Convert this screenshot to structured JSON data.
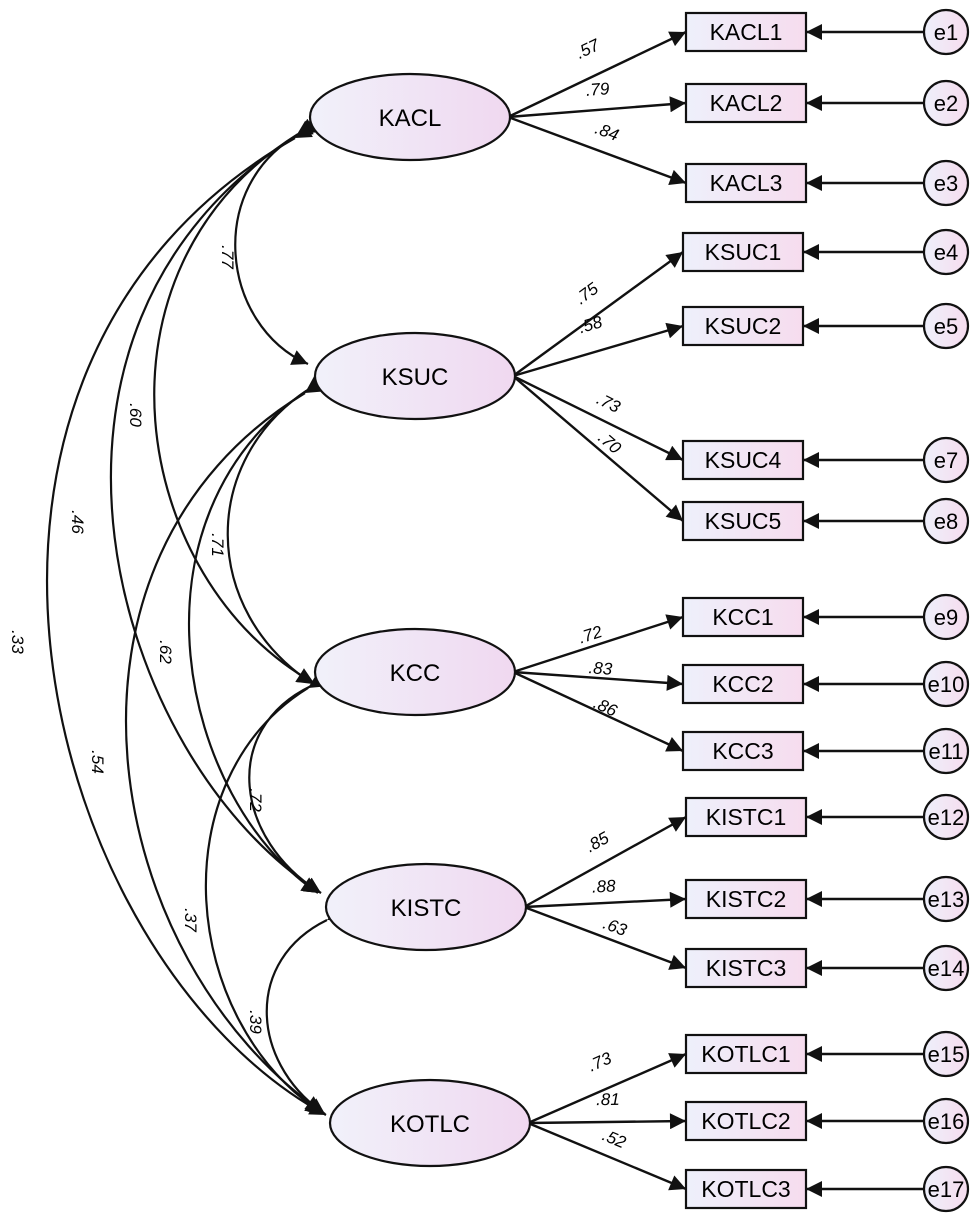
{
  "colors": {
    "latent_fill_left": "#f1f1fa",
    "latent_fill_right": "#f0d8f0",
    "indicator_fill_left": "#eef0fb",
    "indicator_fill_right": "#f6dcee",
    "stroke": "#111111"
  },
  "latents": [
    {
      "id": "KACL",
      "label": "KACL"
    },
    {
      "id": "KSUC",
      "label": "KSUC"
    },
    {
      "id": "KCC",
      "label": "KCC"
    },
    {
      "id": "KISTC",
      "label": "KISTC"
    },
    {
      "id": "KOTLC",
      "label": "KOTLC"
    }
  ],
  "indicators": [
    {
      "id": "KACL1",
      "label": "KACL1",
      "latent": "KACL",
      "loading": ".57",
      "error": "e1"
    },
    {
      "id": "KACL2",
      "label": "KACL2",
      "latent": "KACL",
      "loading": ".79",
      "error": "e2"
    },
    {
      "id": "KACL3",
      "label": "KACL3",
      "latent": "KACL",
      "loading": ".84",
      "error": "e3"
    },
    {
      "id": "KSUC1",
      "label": "KSUC1",
      "latent": "KSUC",
      "loading": ".75",
      "error": "e4"
    },
    {
      "id": "KSUC2",
      "label": "KSUC2",
      "latent": "KSUC",
      "loading": ".58",
      "error": "e5"
    },
    {
      "id": "KSUC4",
      "label": "KSUC4",
      "latent": "KSUC",
      "loading": ".73",
      "error": "e7"
    },
    {
      "id": "KSUC5",
      "label": "KSUC5",
      "latent": "KSUC",
      "loading": ".70",
      "error": "e8"
    },
    {
      "id": "KCC1",
      "label": "KCC1",
      "latent": "KCC",
      "loading": ".72",
      "error": "e9"
    },
    {
      "id": "KCC2",
      "label": "KCC2",
      "latent": "KCC",
      "loading": ".83",
      "error": "e10"
    },
    {
      "id": "KCC3",
      "label": "KCC3",
      "latent": "KCC",
      "loading": ".86",
      "error": "e11"
    },
    {
      "id": "KISTC1",
      "label": "KISTC1",
      "latent": "KISTC",
      "loading": ".85",
      "error": "e12"
    },
    {
      "id": "KISTC2",
      "label": "KISTC2",
      "latent": "KISTC",
      "loading": ".88",
      "error": "e13"
    },
    {
      "id": "KISTC3",
      "label": "KISTC3",
      "latent": "KISTC",
      "loading": ".63",
      "error": "e14"
    },
    {
      "id": "KOTLC1",
      "label": "KOTLC1",
      "latent": "KOTLC",
      "loading": ".73",
      "error": "e15"
    },
    {
      "id": "KOTLC2",
      "label": "KOTLC2",
      "latent": "KOTLC",
      "loading": ".81",
      "error": "e16"
    },
    {
      "id": "KOTLC3",
      "label": "KOTLC3",
      "latent": "KOTLC",
      "loading": ".52",
      "error": "e17"
    }
  ],
  "covariances": [
    {
      "from": "KACL",
      "to": "KSUC",
      "value": ".77"
    },
    {
      "from": "KACL",
      "to": "KCC",
      "value": ".60"
    },
    {
      "from": "KACL",
      "to": "KISTC",
      "value": ".46"
    },
    {
      "from": "KACL",
      "to": "KOTLC",
      "value": ".33"
    },
    {
      "from": "KSUC",
      "to": "KCC",
      "value": ".71"
    },
    {
      "from": "KSUC",
      "to": "KISTC",
      "value": ".62"
    },
    {
      "from": "KSUC",
      "to": "KOTLC",
      "value": ".54"
    },
    {
      "from": "KCC",
      "to": "KISTC",
      "value": ".72"
    },
    {
      "from": "KCC",
      "to": "KOTLC",
      "value": ".37"
    },
    {
      "from": "KISTC",
      "to": "KOTLC",
      "value": ".39"
    }
  ]
}
